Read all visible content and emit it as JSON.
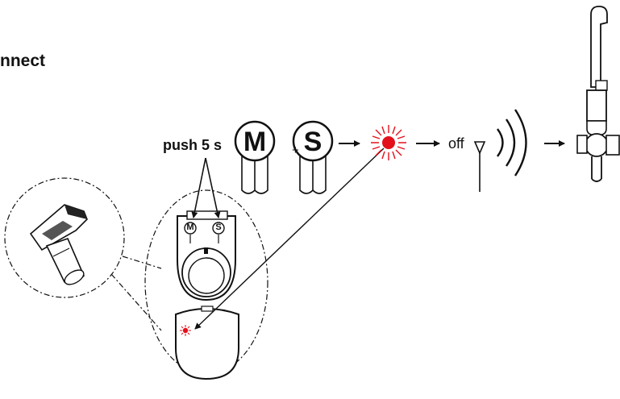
{
  "title": "nnect",
  "labels": {
    "push": "push 5 s",
    "plus": "+",
    "off": "off"
  },
  "keys": {
    "master": "M",
    "slave": "S"
  },
  "colors": {
    "line": "#111111",
    "led": "#e3101b"
  },
  "icons": [
    "handset-icon",
    "led-blink-icon",
    "antenna-icon",
    "radio-waves-icon",
    "shower-head-icon",
    "magnifier-circle-icon"
  ]
}
